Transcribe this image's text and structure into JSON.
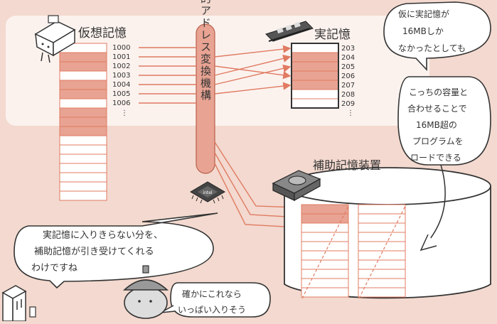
{
  "colors": {
    "background": "#f3d9cf",
    "panel": "#fbf2ee",
    "accent": "#e07b62",
    "fill": "#e8a393",
    "line": "#333333"
  },
  "virtual_memory": {
    "title": "仮想記憶",
    "addresses": [
      "1000",
      "1001",
      "1002",
      "1003",
      "1004",
      "1005",
      "1006",
      "⋮"
    ]
  },
  "dat": {
    "label": "動的アドレス変換機構"
  },
  "real_memory": {
    "title": "実記憶",
    "addresses": [
      "203",
      "204",
      "205",
      "206",
      "207",
      "208",
      "209",
      "⋮"
    ]
  },
  "aux_storage": {
    "title": "補助記憶装置"
  },
  "chip": {
    "label": "intel"
  },
  "bubbles": {
    "top_right": [
      "仮に実記憶が",
      "16MBしか",
      "なかったとしても"
    ],
    "right": [
      "こっちの容量と",
      "合わせることで",
      "16MB超の",
      "プログラムを",
      "ロードできる"
    ],
    "left": [
      "実記憶に入りきらない分を、",
      "補助記憶が引き受けてくれる",
      "わけですね"
    ],
    "bottom": [
      "確かにこれなら",
      "いっぱい入りそう"
    ]
  }
}
